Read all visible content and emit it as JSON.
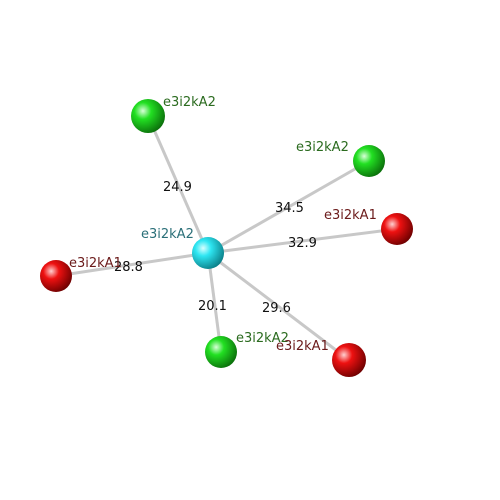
{
  "center": {
    "label": "e3i2kA2",
    "color": "#22e0ee",
    "label_color": "#2a6f78"
  },
  "neighbors": [
    {
      "id": "n1",
      "label": "e3i2kA2",
      "distance": "24.9",
      "color": "#22dd22",
      "label_color": "#2b6b1f"
    },
    {
      "id": "n2",
      "label": "e3i2kA2",
      "distance": "34.5",
      "color": "#22dd22",
      "label_color": "#2b6b1f"
    },
    {
      "id": "n3",
      "label": "e3i2kA1",
      "distance": "32.9",
      "color": "#ee1111",
      "label_color": "#6b1a1a"
    },
    {
      "id": "n4",
      "label": "e3i2kA1",
      "distance": "28.8",
      "color": "#ee1111",
      "label_color": "#6b1a1a"
    },
    {
      "id": "n5",
      "label": "e3i2kA2",
      "distance": "20.1",
      "color": "#22dd22",
      "label_color": "#2b6b1f"
    },
    {
      "id": "n6",
      "label": "e3i2kA1",
      "distance": "29.6",
      "color": "#ee1111",
      "label_color": "#6b1a1a"
    }
  ]
}
